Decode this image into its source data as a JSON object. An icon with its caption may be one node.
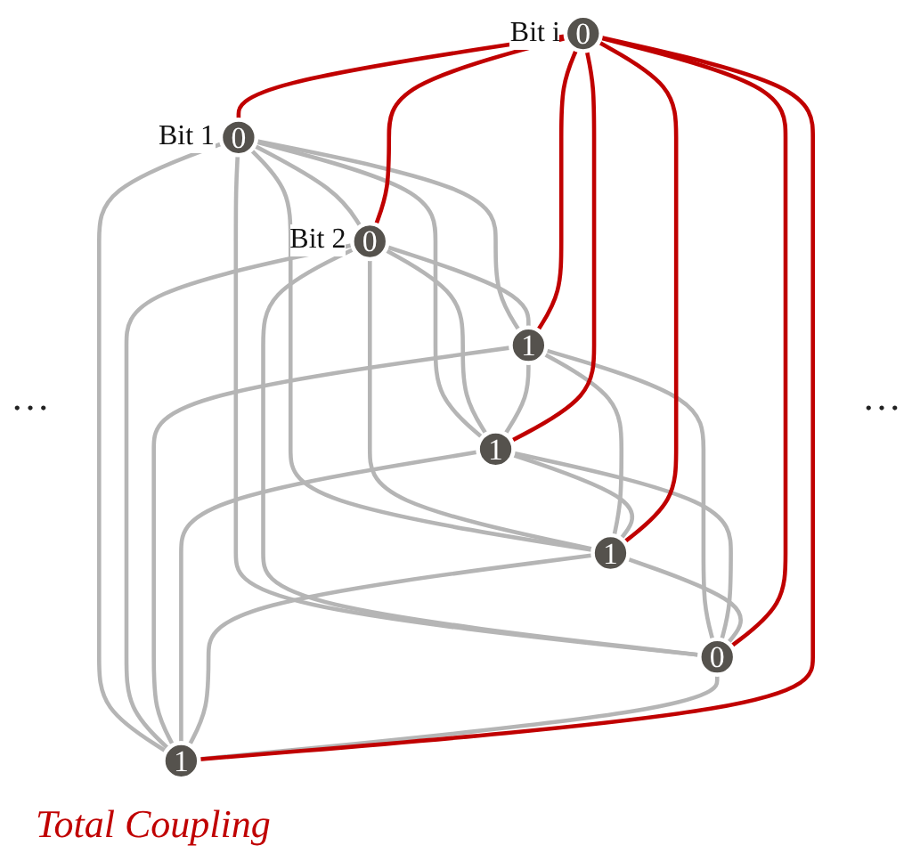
{
  "diagram": {
    "caption": "Total Coupling",
    "nodes": [
      {
        "text": [
          "0"
        ],
        "beside": [
          "Bit 1"
        ]
      },
      {
        "text": [
          "0"
        ],
        "beside": [
          "Bit 2"
        ]
      },
      {
        "text": [
          "1"
        ]
      },
      {
        "text": [
          "1"
        ]
      },
      {
        "text": [
          "1"
        ]
      },
      {
        "text": [
          "0"
        ],
        "beside": [
          "Bit i"
        ]
      },
      {
        "text": [
          "0"
        ]
      },
      {
        "text": [
          "1"
        ]
      }
    ],
    "edges": [
      {
        "from": 0,
        "to": 1,
        "arrow": "none"
      },
      {
        "from": 0,
        "to": 2,
        "arrow": "none"
      },
      {
        "from": 0,
        "to": 3,
        "arrow": "none"
      },
      {
        "from": 0,
        "to": 4,
        "arrow": "none"
      },
      {
        "from": 0,
        "to": 6,
        "arrow": "none"
      },
      {
        "from": 0,
        "to": 7,
        "arrow": "none"
      },
      {
        "from": 1,
        "to": 2,
        "arrow": "none"
      },
      {
        "from": 1,
        "to": 3,
        "arrow": "none"
      },
      {
        "from": 1,
        "to": 4,
        "arrow": "none"
      },
      {
        "from": 1,
        "to": 6,
        "arrow": "none"
      },
      {
        "from": 1,
        "to": 7,
        "arrow": "none"
      },
      {
        "from": 2,
        "to": 3,
        "arrow": "none"
      },
      {
        "from": 2,
        "to": 4,
        "arrow": "none"
      },
      {
        "from": 2,
        "to": 6,
        "arrow": "none"
      },
      {
        "from": 2,
        "to": 7,
        "arrow": "none"
      },
      {
        "from": 3,
        "to": 4,
        "arrow": "none"
      },
      {
        "from": 3,
        "to": 6,
        "arrow": "none"
      },
      {
        "from": 3,
        "to": 7,
        "arrow": "none"
      },
      {
        "from": 4,
        "to": 6,
        "arrow": "none"
      },
      {
        "from": 4,
        "to": 7,
        "arrow": "none"
      },
      {
        "from": 6,
        "to": 7,
        "arrow": "none"
      },
      {
        "from": 5,
        "to": 0,
        "arrow": "none",
        "color": "#c00000"
      },
      {
        "from": 5,
        "to": 1,
        "arrow": "none",
        "color": "#c00000"
      },
      {
        "from": 5,
        "to": 2,
        "arrow": "none",
        "color": "#c00000"
      },
      {
        "from": 5,
        "to": 3,
        "arrow": "none",
        "color": "#c00000"
      },
      {
        "from": 5,
        "to": 4,
        "arrow": "none",
        "color": "#c00000"
      },
      {
        "from": 5,
        "to": 6,
        "arrow": "none",
        "color": "#c00000"
      },
      {
        "from": 5,
        "to": 7,
        "arrow": "none",
        "color": "#c00000"
      }
    ],
    "labels": [
      "…",
      "…"
    ]
  }
}
